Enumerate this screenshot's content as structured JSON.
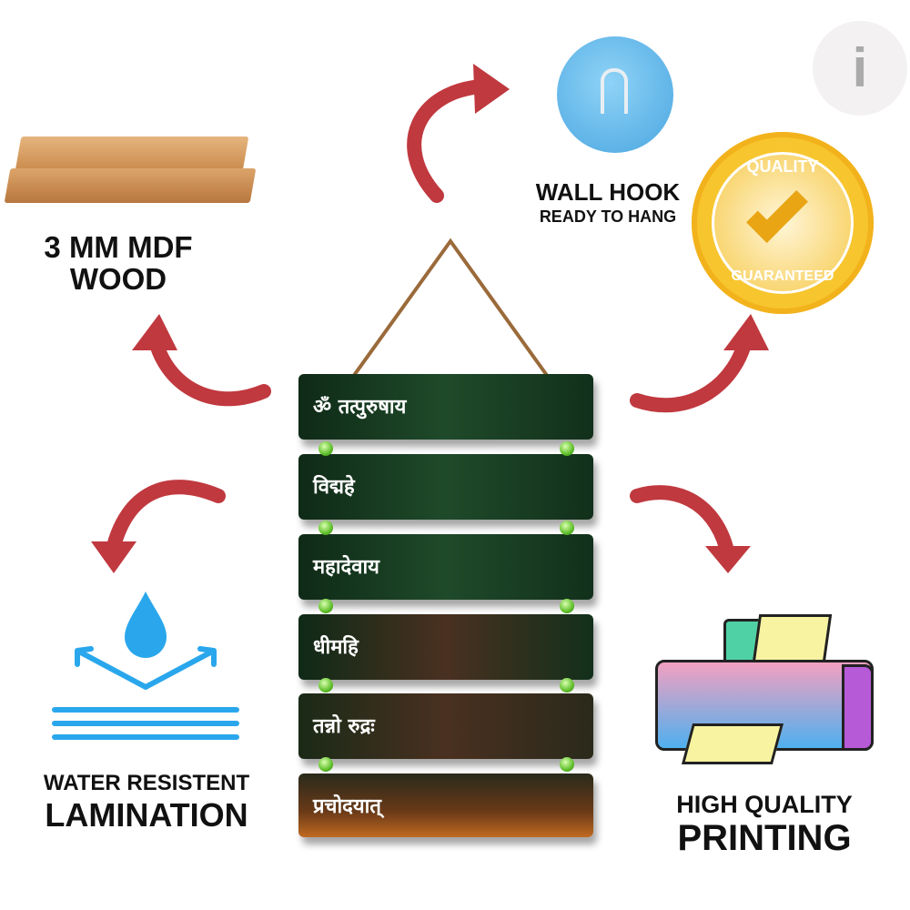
{
  "features": {
    "wood": {
      "line1": "3 MM MDF",
      "line2": "WOOD"
    },
    "hook": {
      "title": "WALL HOOK",
      "subtitle": "READY TO HANG"
    },
    "quality_badge": {
      "top": "QUALITY",
      "bottom": "GUARANTEED"
    },
    "lamination": {
      "line1": "WATER RESISTENT",
      "line2": "LAMINATION"
    },
    "printing": {
      "line1": "HIGH QUALITY",
      "line2": "PRINTING"
    }
  },
  "logo": {
    "letter": "i"
  },
  "product": {
    "panels": [
      "ॐ तत्पुरुषाय",
      "विद्महे",
      "महादेवाय",
      "धीमहि",
      "तन्नो रुद्रः",
      "प्रचोदयात्"
    ]
  },
  "colors": {
    "arrow": "#c0393f",
    "badge": "#f2b21c",
    "hook": "#5fb7ea"
  }
}
